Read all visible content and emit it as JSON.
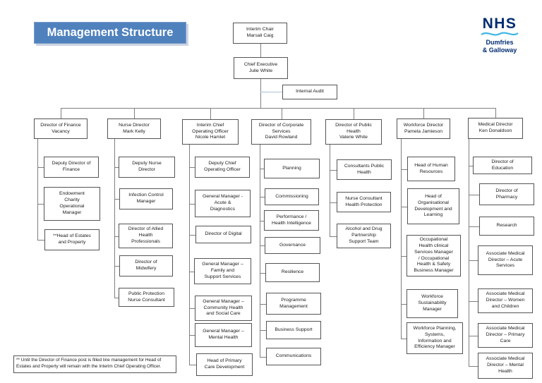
{
  "title": "Management Structure",
  "logo": {
    "org": "NHS",
    "region_line1": "Dumfries",
    "region_line2": "& Galloway"
  },
  "chart": {
    "chair": "Interim Chair\nMarsali Caig",
    "chief_executive": "Chief Executive\nJulie White",
    "internal_audit": "Internal Audit",
    "columns": [
      {
        "head": "Director of Finance\nVacancy",
        "children": [
          "Deputy Director of\nFinance",
          "Endowment\nCharity\nOperational\nManager",
          "**Head of Estates\nand Property"
        ]
      },
      {
        "head": "Nurse Director\nMark Kelly",
        "children": [
          "Deputy Nurse\nDirector",
          "Infection Control\nManager",
          "Director of Allied\nHealth\nProfessionals",
          "Director of\nMidwifery",
          "Public Protection\nNurse Consultant"
        ]
      },
      {
        "head": "Interim Chief\nOperating Officer\nNicole Hamlet",
        "children": [
          "Deputy Chief\nOperating Officer",
          "General Manager -\nAcute &\nDiagnostics",
          "Director of Digital",
          "General Manager –\nFamily and\nSupport Services",
          "General Manager –\nCommunity Health\nand Social Care",
          "General Manager –\nMental Health",
          "Head of Primary\nCare Development"
        ]
      },
      {
        "head": "Director of Corporate\nServices\nDavid Rowland",
        "children": [
          "Planning",
          "Commissioning",
          "Performance /\nHealth Intelligence",
          "Governance",
          "Resilience",
          "Programme\nManagement",
          "Business Support",
          "Communications"
        ]
      },
      {
        "head": "Director of Public\nHealth\nValerie White",
        "children": [
          "Consultants Public\nHealth",
          "Nurse Consultant\nHealth Protection",
          "Alcohol and Drug\nPartnership\nSupport Team"
        ]
      },
      {
        "head": "Workforce Director\nPamela Jamieson",
        "children": [
          "Head of Human\nResources",
          "Head of\nOrganisational\nDevelopment and\nLearning",
          "Occupational\nHealth clinical\nServices Manager\n/ Occupational\nHealth & Safety\nBusiness Manager",
          "Workforce\nSustainability\nManager",
          "Workforce Planning,\nSystems,\nInformation and\nEfficiency Manager"
        ]
      },
      {
        "head": "Medical Director\nKen Donaldson",
        "children": [
          "Director of\nEducation",
          "Director of\nPharmacy",
          "Research",
          "Associate Medical\nDirector – Acute\nServices",
          "Associate Medical\nDirector – Women\nand Children",
          "Associate Medical\nDirector – Primary\nCare",
          "Associate Medical\nDirector – Mental\nHealth"
        ]
      }
    ]
  },
  "footnote": "** Until the Director of Finance post is filled line management for Head of Estates and Property will remain with the Interim Chief Operating Officer.",
  "colors": {
    "title_bg": "#4f81bd",
    "title_text": "#ffffff",
    "nhs_navy": "#002d72",
    "nhs_wave": "#3db5e6",
    "connector": "#7f7f7f",
    "audit_connector": "#a8c3de",
    "box_border": "#545454"
  }
}
